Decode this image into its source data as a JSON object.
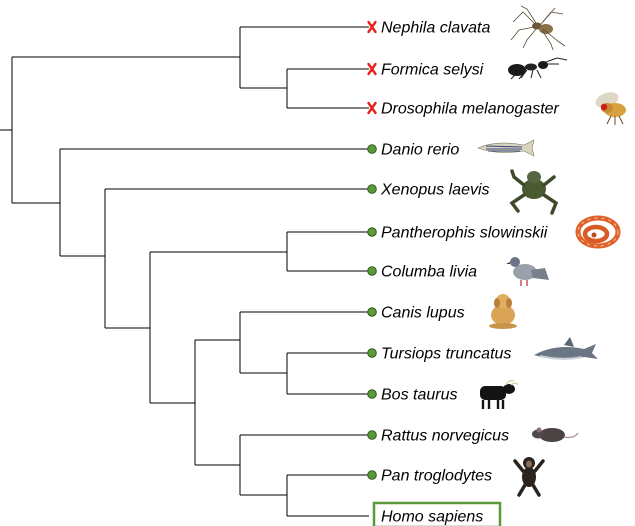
{
  "highlight_color": "#5a9a3a",
  "extinct_marker_color": "#e8221d",
  "taxa": [
    {
      "name": "Nephila clavata",
      "marker": "extinct-x",
      "icon": "spider-icon"
    },
    {
      "name": "Formica selysi",
      "marker": "extinct-x",
      "icon": "ant-icon"
    },
    {
      "name": "Drosophila melanogaster",
      "marker": "extinct-x",
      "icon": "fruit-fly-icon"
    },
    {
      "name": "Danio rerio",
      "marker": "green-dot",
      "icon": "zebrafish-icon"
    },
    {
      "name": "Xenopus laevis",
      "marker": "green-dot",
      "icon": "frog-icon"
    },
    {
      "name": "Pantherophis slowinskii",
      "marker": "green-dot",
      "icon": "snake-icon"
    },
    {
      "name": "Columba livia",
      "marker": "green-dot",
      "icon": "pigeon-icon"
    },
    {
      "name": "Canis lupus",
      "marker": "green-dot",
      "icon": "dog-icon"
    },
    {
      "name": "Tursiops truncatus",
      "marker": "green-dot",
      "icon": "dolphin-icon"
    },
    {
      "name": "Bos taurus",
      "marker": "green-dot",
      "icon": "bull-icon"
    },
    {
      "name": "Rattus norvegicus",
      "marker": "green-dot",
      "icon": "rat-icon"
    },
    {
      "name": "Pan troglodytes",
      "marker": "green-dot",
      "icon": "chimpanzee-icon"
    },
    {
      "name": "Homo sapiens",
      "marker": "highlight-box",
      "icon": ""
    }
  ]
}
